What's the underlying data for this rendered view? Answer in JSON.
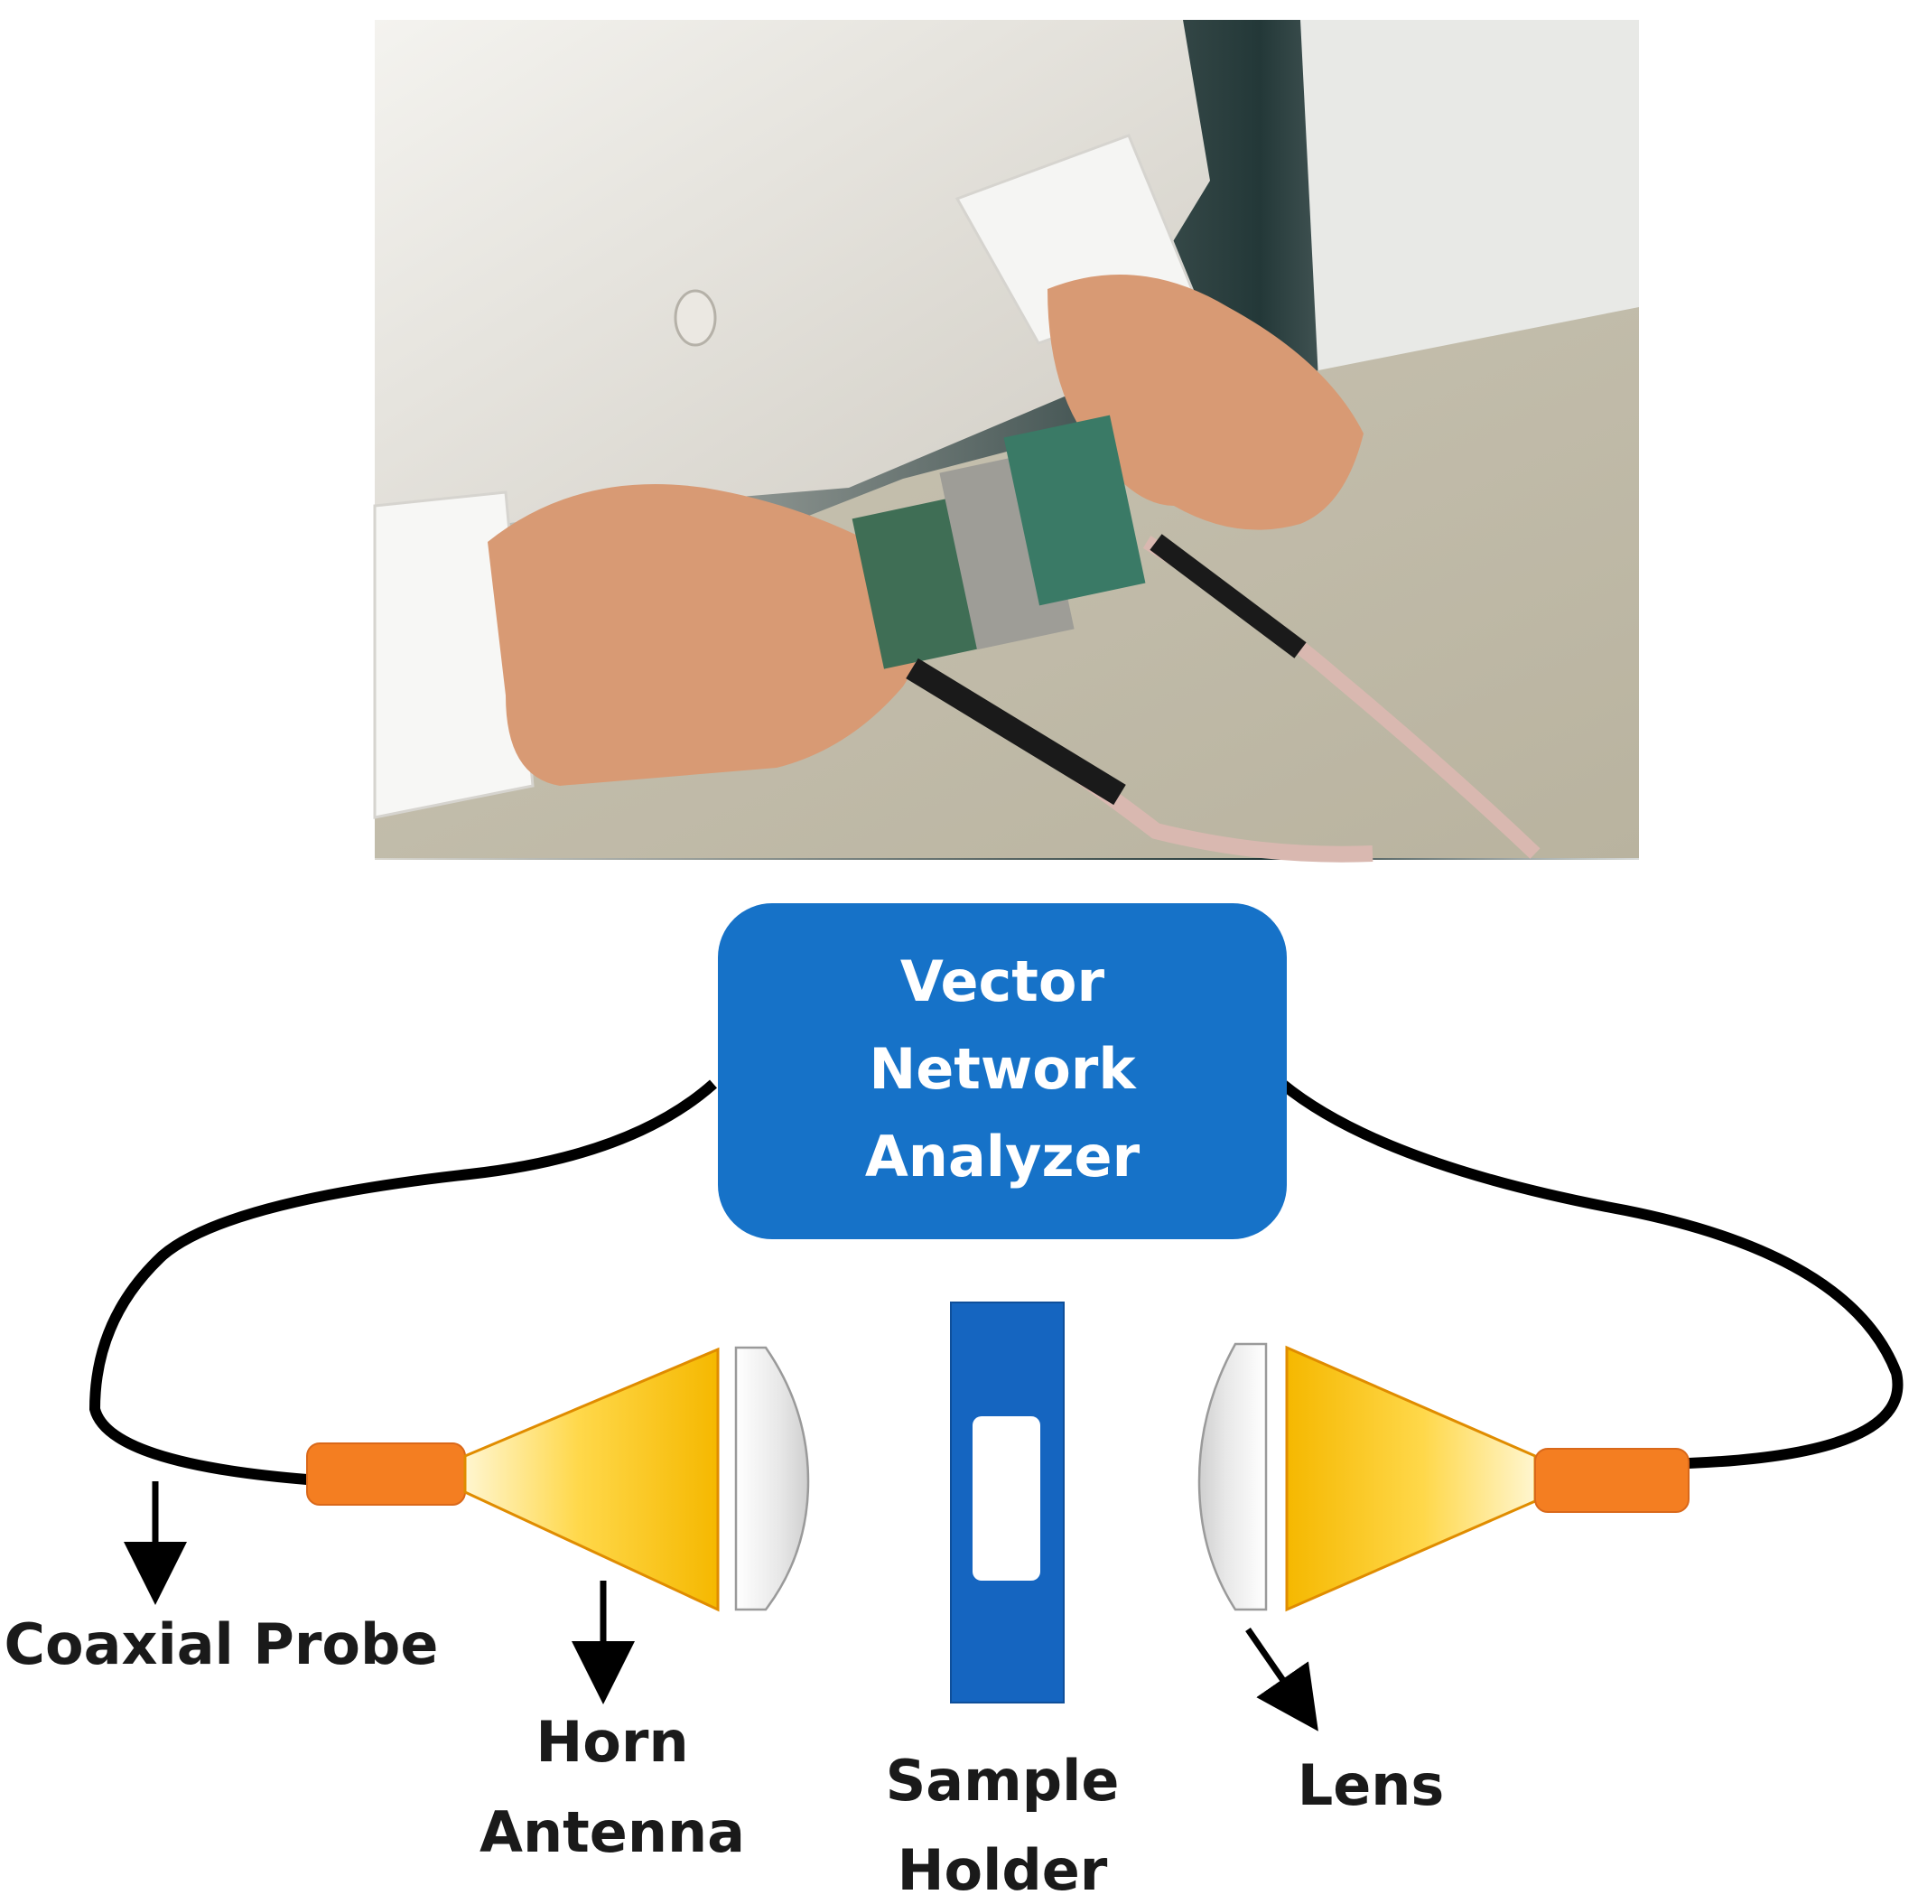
{
  "photo": {
    "description_icon": "lab-setup-photo"
  },
  "diagram": {
    "analyzer_lines": [
      "Vector",
      "Network",
      "Analyzer"
    ],
    "labels": {
      "coaxial_probe": "Coaxial Probe",
      "horn_antenna_1": "Horn",
      "horn_antenna_2": "Antenna",
      "sample_holder_1": "Sample",
      "sample_holder_2": "Holder",
      "lens": "Lens"
    },
    "colors": {
      "analyzer_fill": "#1672c8",
      "holder_fill": "#1565c0",
      "probe_fill": "#f47e21",
      "horn_edge": "#f0b400",
      "cable": "#000000"
    }
  }
}
